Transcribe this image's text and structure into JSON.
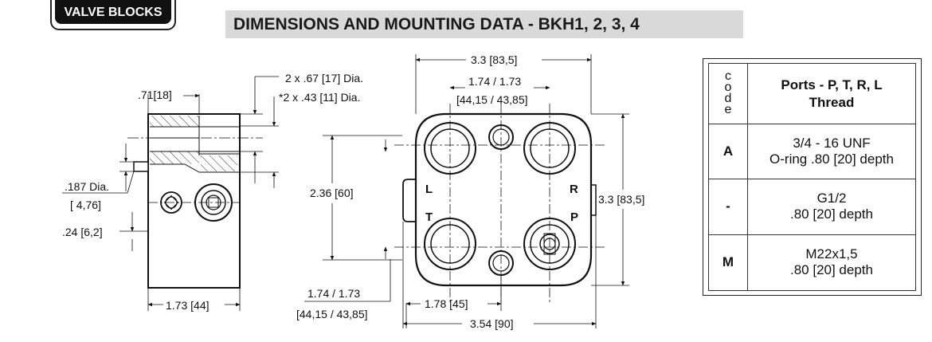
{
  "header": {
    "tag": "VALVE BLOCKS",
    "title": "DIMENSIONS AND MOUNTING  DATA - BKH1, 2, 3, 4"
  },
  "side_view": {
    "top_width": ".71[18]",
    "hole1": "2 x  .67 [17] Dia.",
    "hole2": "*2 x  .43 [11] Dia.",
    "pin_dia": ".187 Dia.",
    "pin_dia_mm": "[ 4,76]",
    "pin_offset": ".24 [6,2]",
    "width": "1.73 [44]"
  },
  "front_view": {
    "overall_width_top": "3.3 [83,5]",
    "port_spacing": "1.74 / 1.73",
    "port_spacing_mm": "[44,15 / 43,85]",
    "height_spacing": "2.36 [60]",
    "overall_height": "3.3 [83,5]",
    "bottom_spacing": "1.74 / 1.73",
    "bottom_spacing_mm": "[44,15 / 43,85]",
    "half_width": "1.78 [45]",
    "overall_width": "3.54 [90]",
    "port_labels": {
      "l": "L",
      "r": "R",
      "t": "T",
      "p": "P"
    }
  },
  "ports_table": {
    "code_header": "code",
    "ports_header_1": "Ports - P, T, R, L",
    "ports_header_2": "Thread",
    "rows": [
      {
        "code": "A",
        "line1": "3/4 - 16 UNF",
        "line2": "O-ring  .80 [20] depth"
      },
      {
        "code": "-",
        "line1": "G1/2",
        "line2": ".80 [20] depth"
      },
      {
        "code": "M",
        "line1": "M22x1,5",
        "line2": ".80 [20] depth"
      }
    ]
  }
}
